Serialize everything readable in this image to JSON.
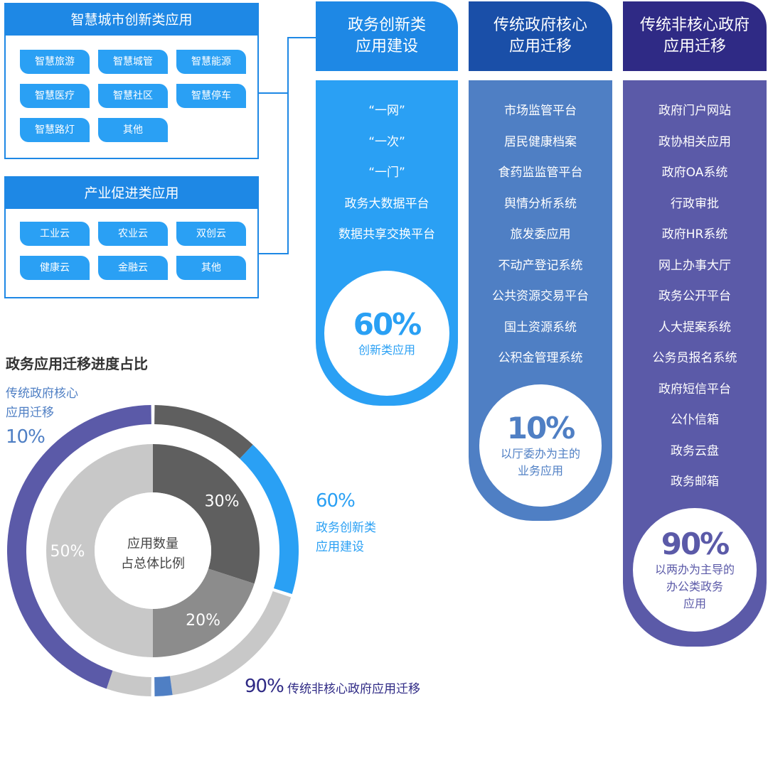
{
  "smart_city": {
    "title": "智慧城市创新类应用",
    "tags": [
      "智慧旅游",
      "智慧城管",
      "智慧能源",
      "智慧医疗",
      "智慧社区",
      "智慧停车",
      "智慧路灯",
      "其他"
    ]
  },
  "industry": {
    "title": "产业促进类应用",
    "tags": [
      "工业云",
      "农业云",
      "双创云",
      "健康云",
      "金融云",
      "其他"
    ]
  },
  "columns": [
    {
      "title_line1": "政务创新类",
      "title_line2": "应用建设",
      "header_color": "#1e88e5",
      "body_color": "#2aa0f4",
      "items": [
        "“一网”",
        "“一次”",
        "“一门”",
        "政务大数据平台",
        "数据共享交换平台"
      ],
      "percent": "60%",
      "desc": [
        "创新类应用"
      ],
      "accent": "#2aa0f4"
    },
    {
      "title_line1": "传统政府核心",
      "title_line2": "应用迁移",
      "header_color": "#1a4fa8",
      "body_color": "#4f7fc4",
      "items": [
        "市场监管平台",
        "居民健康档案",
        "食药监监管平台",
        "舆情分析系统",
        "旅发委应用",
        "不动产登记系统",
        "公共资源交易平台",
        "国土资源系统",
        "公积金管理系统"
      ],
      "percent": "10%",
      "desc": [
        "以厅委办为主的",
        "业务应用"
      ],
      "accent": "#4f7fc4"
    },
    {
      "title_line1": "传统非核心政府",
      "title_line2": "应用迁移",
      "header_color": "#2f2a85",
      "body_color": "#5b5aa8",
      "items": [
        "政府门户网站",
        "政协相关应用",
        "政府OA系统",
        "行政审批",
        "政府HR系统",
        "网上办事大厅",
        "政务公开平台",
        "人大提案系统",
        "公务员报名系统",
        "政府短信平台",
        "公仆信箱",
        "政务云盘",
        "政务邮箱"
      ],
      "percent": "90%",
      "desc": [
        "以两办为主导的",
        "办公类政务",
        "应用"
      ],
      "accent": "#5b5aa8"
    }
  ],
  "donut": {
    "title": "政务应用迁移进度占比",
    "center_line1": "应用数量",
    "center_line2": "占总体比例",
    "label_core_line1": "传统政府核心",
    "label_core_line2": "应用迁移",
    "label_core_pct": "10%",
    "label_innov_pct": "60%",
    "label_innov_line1": "政务创新类",
    "label_innov_line2": "应用建设",
    "label_noncore_pct": "90%",
    "label_noncore_text": "传统非核心政府应用迁移"
  },
  "chart_data": {
    "type": "pie",
    "title": "政务应用迁移进度占比",
    "inner_ring": {
      "slices": [
        {
          "label": "30%",
          "value": 30,
          "color": "#5f5f5f"
        },
        {
          "label": "20%",
          "value": 20,
          "color": "#8c8c8c"
        },
        {
          "label": "50%",
          "value": 50,
          "color": "#c8c8c8"
        }
      ]
    },
    "outer_ring": {
      "groups": [
        {
          "share": 30,
          "progress": 60,
          "label": "政务创新类应用建设",
          "color": "#2aa0f4",
          "rest_color": "#5f5f5f"
        },
        {
          "share": 20,
          "progress": 10,
          "label": "传统政府核心应用迁移",
          "color": "#4f7fc4",
          "rest_color": "#c8c8c8"
        },
        {
          "share": 50,
          "progress": 90,
          "label": "传统非核心政府应用迁移",
          "color": "#5b5aa8",
          "rest_color": "#c8c8c8"
        }
      ]
    },
    "colors": {
      "bg_ring": "#cfcfcf"
    }
  }
}
